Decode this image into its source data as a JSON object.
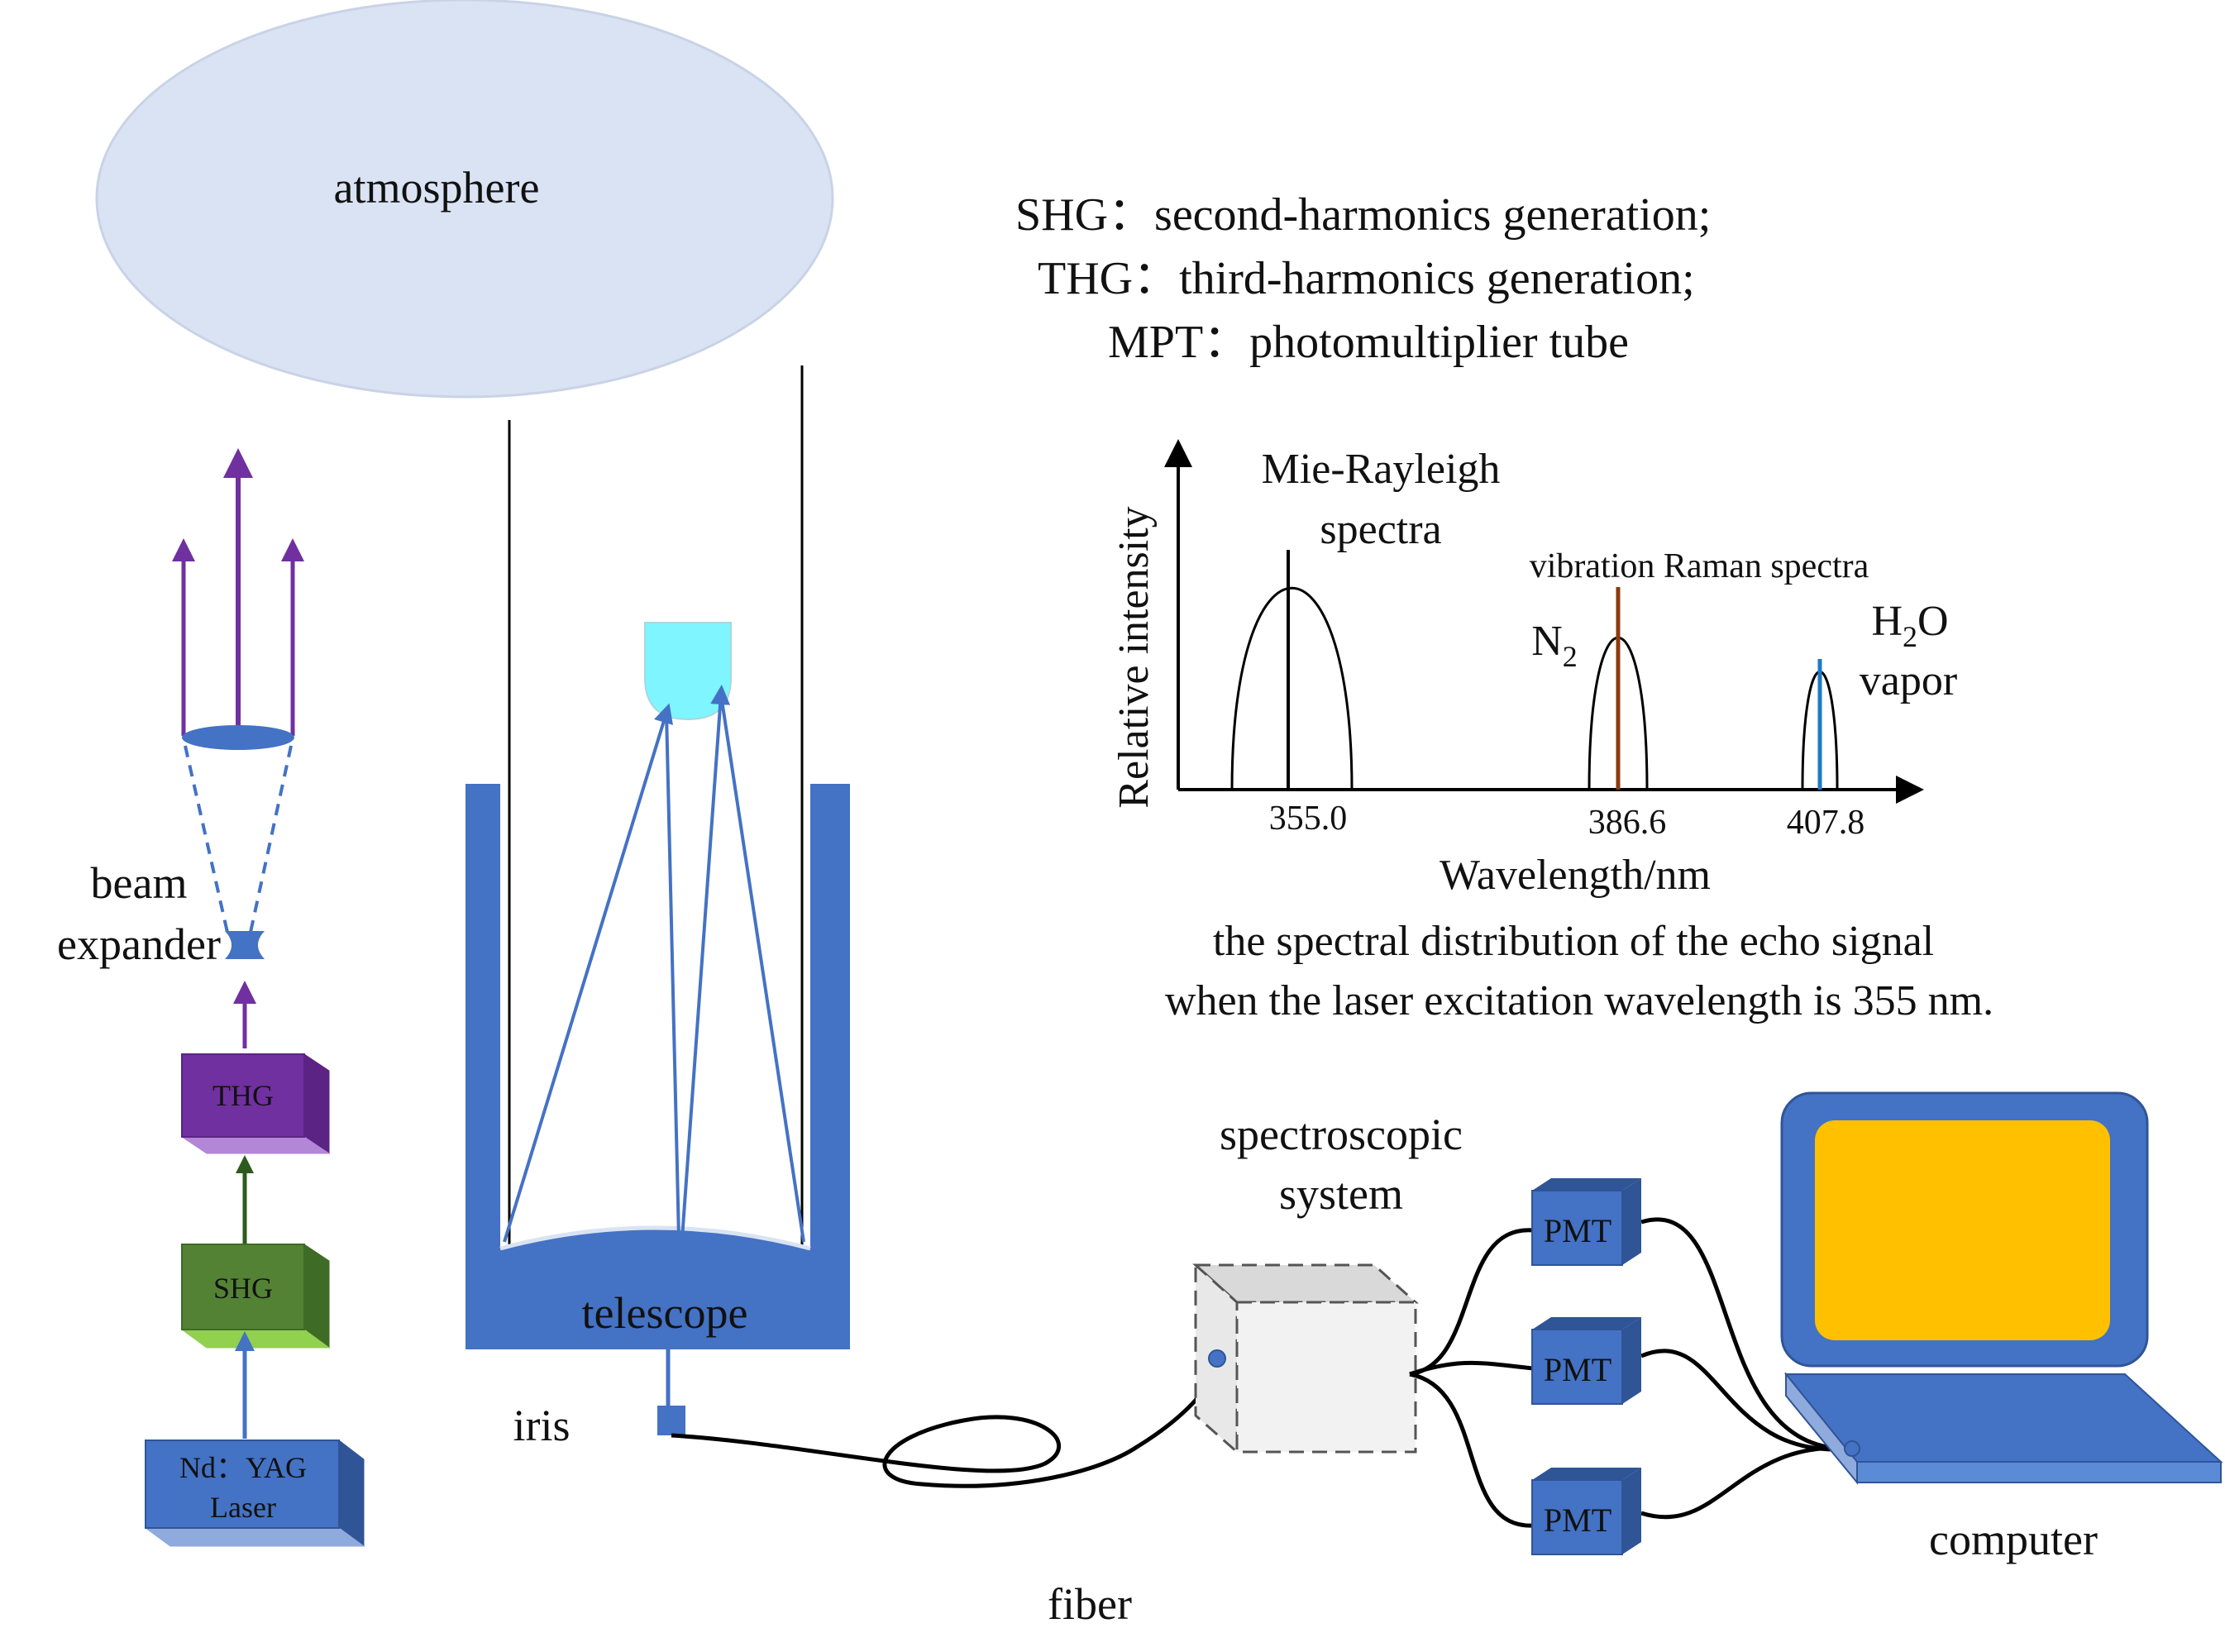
{
  "labels": {
    "atmosphere": "atmosphere",
    "beam_expander_line1": "beam",
    "beam_expander_line2": "expander",
    "thg_box": "THG",
    "shg_box": "SHG",
    "laser_line1": "Nd：YAG",
    "laser_line2": "Laser",
    "telescope": "telescope",
    "iris": "iris",
    "fiber": "fiber",
    "spectroscopic_line1": "spectroscopic",
    "spectroscopic_line2": "system",
    "pmt": "PMT",
    "computer": "computer"
  },
  "legend": [
    {
      "abbr": "SHG",
      "sep": "：",
      "desc": "second-harmonics generation;"
    },
    {
      "abbr": "THG",
      "sep": "：",
      "desc": "third-harmonics generation;"
    },
    {
      "abbr": "MPT",
      "sep": "：",
      "desc": "photomultiplier tube"
    }
  ],
  "chart": {
    "ylabel": "Relative intensity",
    "xlabel": "Wavelength/nm",
    "peaks": [
      {
        "wavelength": "355.0",
        "label_line1": "Mie-Rayleigh",
        "label_line2": "spectra",
        "line_color": "#000000"
      },
      {
        "wavelength": "386.6",
        "label": "N",
        "label_sub": "2",
        "line_color": "#8b3a0e"
      },
      {
        "wavelength": "407.8",
        "label": "H",
        "label_sub": "2",
        "label_tail": "O",
        "label_line2": "vapor",
        "line_color": "#1f78c8"
      }
    ],
    "group_label": "vibration Raman spectra",
    "caption_line1": "the spectral distribution of the echo signal",
    "caption_line2": "when the laser excitation wavelength is 355 nm."
  },
  "colors": {
    "atmosphere_fill": "#dae3f3",
    "beam_purple": "#7030a0",
    "telescope_blue": "#4472c4",
    "secondary_mirror": "#7ff5ff",
    "thg_purple": "#7030a0",
    "shg_green": "#548235",
    "screen_yellow": "#ffc000"
  }
}
